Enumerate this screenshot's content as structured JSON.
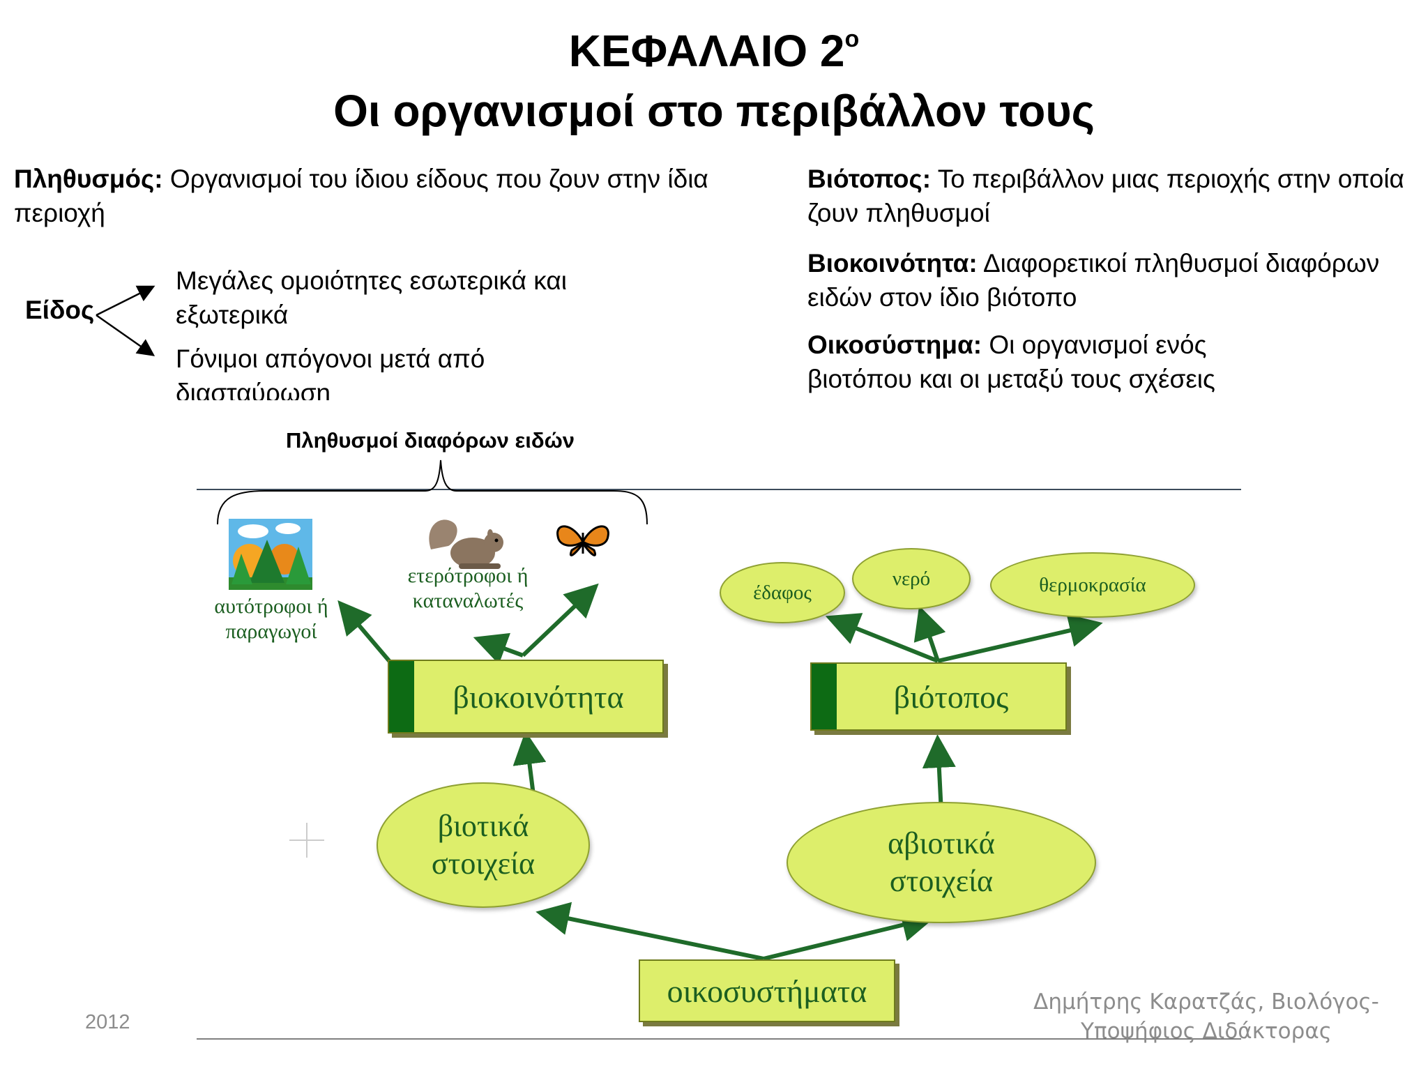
{
  "title": {
    "line1": "ΚΕΦΑΛΑΙΟ 2",
    "line1_sup": "ο",
    "line2": "Οι οργανισμοί στο περιβάλλον τους"
  },
  "definitions": {
    "population_term": "Πληθυσμός:",
    "population_text": "Οργανισμοί του ίδιου είδους που ζουν στην ίδια περιοχή",
    "species_term": "Είδος",
    "species_point1": "Μεγάλες ομοιότητες εσωτερικά και εξωτερικά",
    "species_point2": "Γόνιμοι απόγονοι μετά από διασταύρωση",
    "biotope_term": "Βιότοπος:",
    "biotope_text": "Το περιβάλλον μιας περιοχής στην οποία ζουν πληθυσμοί",
    "community_term": "Βιοκοινότητα:",
    "community_text": "Διαφορετικοί πληθυσμοί διαφόρων ειδών στον ίδιο βιότοπο",
    "ecosystem_term": "Οικοσύστημα:",
    "ecosystem_text": "Οι οργανισμοί ενός βιοτόπου και οι μεταξύ τους σχέσεις"
  },
  "diagram": {
    "brace_label": "Πληθυσμοί διαφόρων ειδών",
    "autotrophs": "αυτότροφοι ή παραγωγοί",
    "heterotrophs": "ετερότροφοι ή καταναλωτές",
    "biocommunity": "βιοκοινότητα",
    "biotope": "βιότοπος",
    "soil": "έδαφος",
    "water": "νερό",
    "temperature": "θερμοκρασία",
    "biotic": "βιοτικά στοιχεία",
    "abiotic": "αβιοτικά στοιχεία",
    "ecosystems": "οικοσυστήματα"
  },
  "footer": {
    "year": "2012",
    "author": "Δημήτρης Καρατζάς, Βιολόγος-Υποψήφιος Διδάκτορας"
  },
  "colors": {
    "box_fill": "#ddee6b",
    "dark_green": "#0d6b14",
    "arrow_green": "#1f6b2a"
  }
}
